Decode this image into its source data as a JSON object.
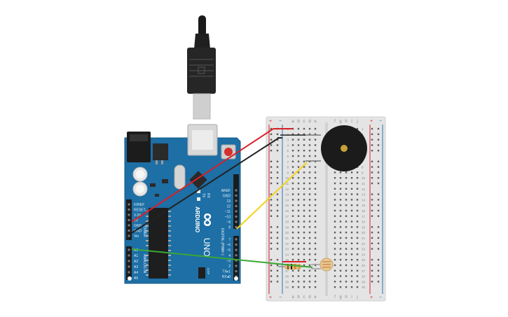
{
  "arduino": {
    "logo": "∞",
    "brand": "ARDUINO",
    "model": "UNO",
    "reset_label": "RESET",
    "icsp_label": "ICSP",
    "tx_label": "TX",
    "rx_label": "RX",
    "power_header_title": "POWER",
    "analog_header_title": "ANALOG IN",
    "digital_header_title": "DIGITAL (PWM~)",
    "power_pins": [
      "IOREF",
      "RESET",
      "3.3V",
      "5V",
      "GND",
      "GND",
      "Vin"
    ],
    "analog_pins": [
      "A0",
      "A1",
      "A2",
      "A3",
      "A4",
      "A5"
    ],
    "digital_pins_top": [
      "AREF",
      "GND",
      "13",
      "12",
      "~11",
      "~10",
      "~9",
      "8"
    ],
    "digital_pins_bottom": [
      "7",
      "~6",
      "~5",
      "4",
      "~3",
      "2",
      "TX▸1",
      "RX◂0"
    ]
  },
  "breadboard": {
    "column_letters_left": [
      "a",
      "b",
      "c",
      "d",
      "e"
    ],
    "column_letters_right": [
      "f",
      "g",
      "h",
      "i",
      "j"
    ],
    "plus_label": "+",
    "minus_label": "−",
    "rows": 30
  },
  "components": {
    "buzzer": "piezo-buzzer",
    "photoresistor": "photoresistor",
    "resistor": "resistor"
  },
  "wire_colors": {
    "power": "#d92027",
    "ground": "#222222",
    "signal_buzzer": "#f2d21c",
    "signal_sensor": "#3aa735",
    "jumper": "#d92027"
  }
}
